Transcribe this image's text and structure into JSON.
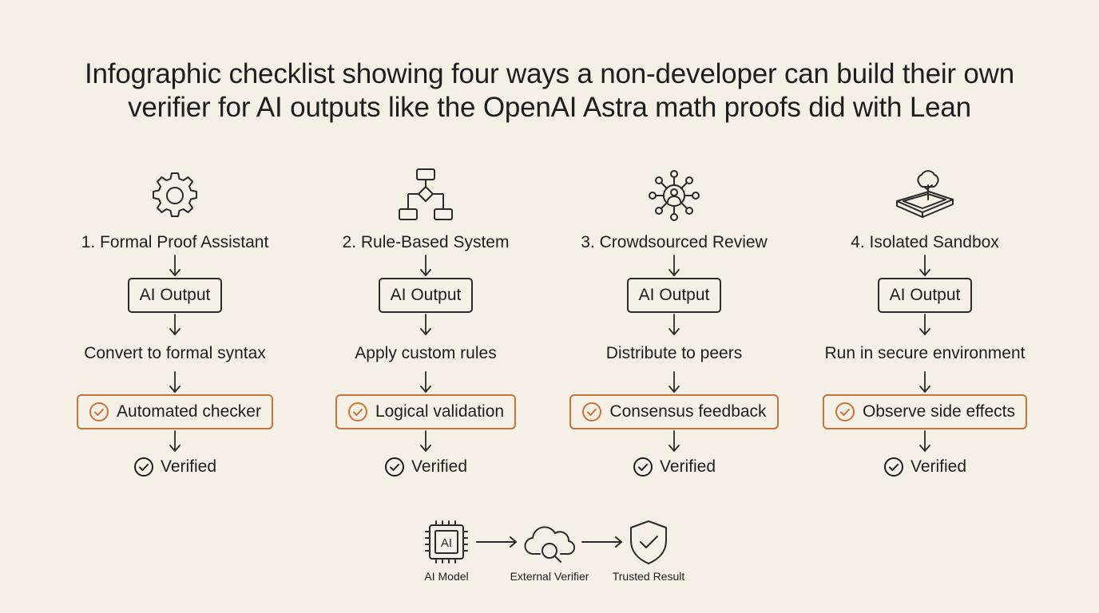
{
  "title": {
    "line1": "Infographic checklist showing four ways a non-developer can build their own",
    "line2": "verifier for AI outputs like the OpenAI Astra math proofs did with Lean"
  },
  "columns": [
    {
      "icon": "gear-icon",
      "heading": "1. Formal Proof Assistant",
      "input": "AI Output",
      "step": "Convert to formal syntax",
      "check": "Automated checker",
      "result": "Verified"
    },
    {
      "icon": "flowchart-icon",
      "heading": "2. Rule-Based System",
      "input": "AI Output",
      "step": "Apply custom rules",
      "check": "Logical validation",
      "result": "Verified"
    },
    {
      "icon": "network-people-icon",
      "heading": "3. Crowdsourced Review",
      "input": "AI Output",
      "step": "Distribute to peers",
      "check": "Consensus feedback",
      "result": "Verified"
    },
    {
      "icon": "sandbox-tree-icon",
      "heading": "4. Isolated Sandbox",
      "input": "AI Output",
      "step": "Run in secure environment",
      "check": "Observe side effects",
      "result": "Verified"
    }
  ],
  "flow": {
    "chip_text": "AI",
    "items": [
      {
        "icon": "ai-chip-icon",
        "label": "AI Model"
      },
      {
        "icon": "cloud-search-icon",
        "label": "External Verifier"
      },
      {
        "icon": "shield-check-icon",
        "label": "Trusted Result"
      }
    ]
  },
  "colors": {
    "accent": "#c8733a",
    "ink": "#2a2a2a",
    "background": "#f4f0e6"
  }
}
